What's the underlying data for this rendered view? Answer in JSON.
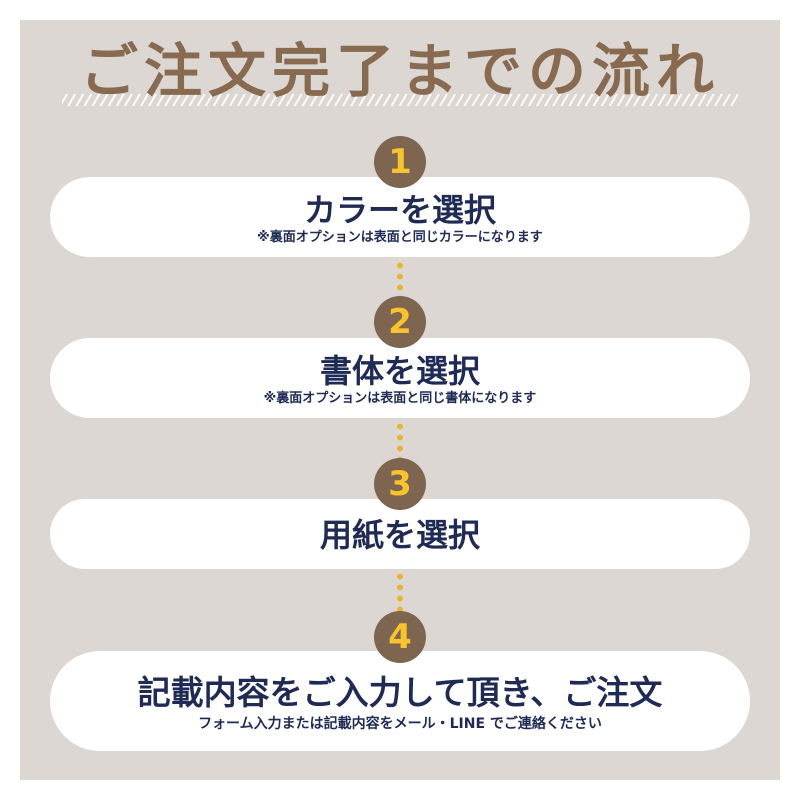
{
  "title": "ご注文完了までの流れ",
  "colors": {
    "panel": "#dcd7d3",
    "title": "#876a4f",
    "circle": "#7d6550",
    "number": "#f7c32e",
    "dots": "#e8b526",
    "text": "#1f2a55"
  },
  "steps": [
    {
      "number": "1",
      "label": "カラーを選択",
      "note": "※裏面オプションは表面と同じカラーになります"
    },
    {
      "number": "2",
      "label": "書体を選択",
      "note": "※裏面オプションは表面と同じ書体になります"
    },
    {
      "number": "3",
      "label": "用紙を選択",
      "note": ""
    },
    {
      "number": "4",
      "label": "記載内容をご入力して頂き、ご注文",
      "note": "フォーム入力または記載内容をメール・LINE でご連絡ください"
    }
  ]
}
